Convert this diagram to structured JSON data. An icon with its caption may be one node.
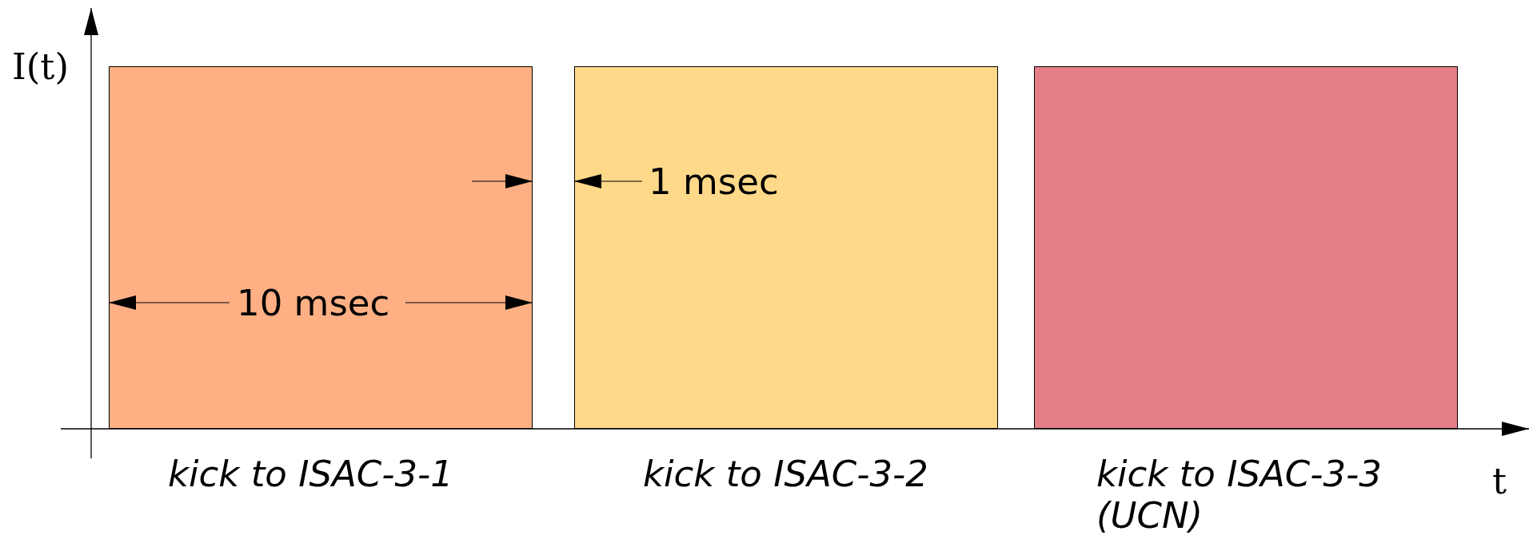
{
  "diagram": {
    "nodes": [
      {
        "text": [],
        "shape": "box",
        "beside": [
          "kick to ISAC-3-1"
        ]
      },
      {
        "text": [],
        "shape": "box",
        "beside": [
          "kick to ISAC-3-2"
        ]
      },
      {
        "text": [],
        "shape": "box",
        "beside": [
          "kick to ISAC-3-3 (UCN)"
        ]
      }
    ],
    "edges": [],
    "labels": [
      "I(t)",
      "1 msec",
      "10 msec",
      "t"
    ]
  }
}
